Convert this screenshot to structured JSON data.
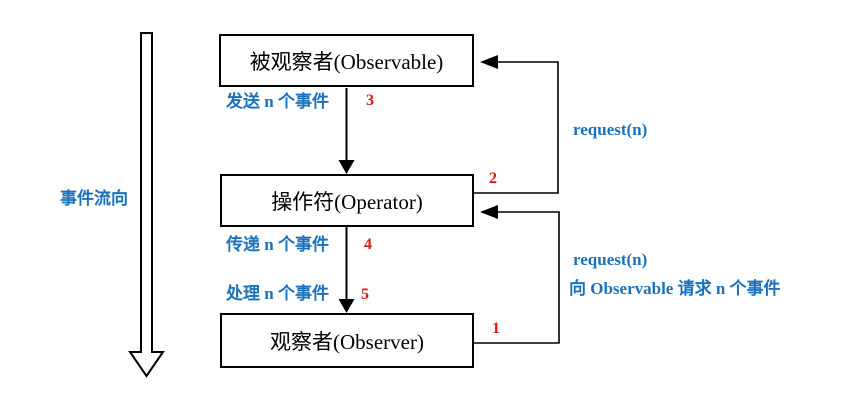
{
  "diagram": {
    "flow_label": "事件流向",
    "boxes": {
      "observable": "被观察者(Observable)",
      "operator": "操作符(Operator)",
      "observer": "观察者(Observer)"
    },
    "edge_labels": {
      "send_events": "发送 n 个事件",
      "pass_events": "传递 n 个事件",
      "handle_events": "处理 n 个事件",
      "request_upper": "request(n)",
      "request_lower": "request(n)",
      "request_note": "向 Observable 请求 n 个事件"
    },
    "steps": [
      "1",
      "2",
      "3",
      "4",
      "5"
    ],
    "colors": {
      "label-blue": "#1A72BC",
      "step-red": "#E11414",
      "line-black": "#000000"
    }
  }
}
